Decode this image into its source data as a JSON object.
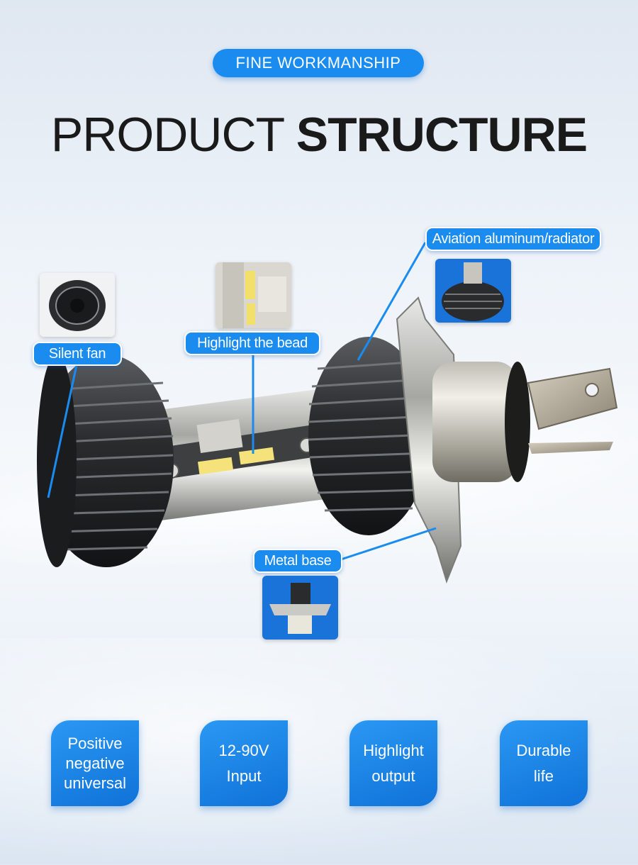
{
  "header": {
    "badge": "FINE WORKMANSHIP",
    "title_light": "PRODUCT ",
    "title_bold": "STRUCTURE"
  },
  "callouts": {
    "silent_fan": "Silent fan",
    "highlight_bead": "Highlight the bead",
    "aviation": "Aviation aluminum/radiator",
    "metal_base": "Metal base"
  },
  "features": [
    {
      "line1": "Positive",
      "line2": "negative",
      "line3": "universal"
    },
    {
      "line1": "12-90V",
      "line2": "Input"
    },
    {
      "line1": "Highlight",
      "line2": "output"
    },
    {
      "line1": "Durable",
      "line2": "life"
    }
  ],
  "colors": {
    "accent": "#1a8cf0",
    "text": "#1a1a1a"
  },
  "icons": [
    "fan-thumbnail",
    "led-bead-thumbnail",
    "radiator-thumbnail",
    "metal-base-thumbnail",
    "led-bulb-illustration"
  ]
}
